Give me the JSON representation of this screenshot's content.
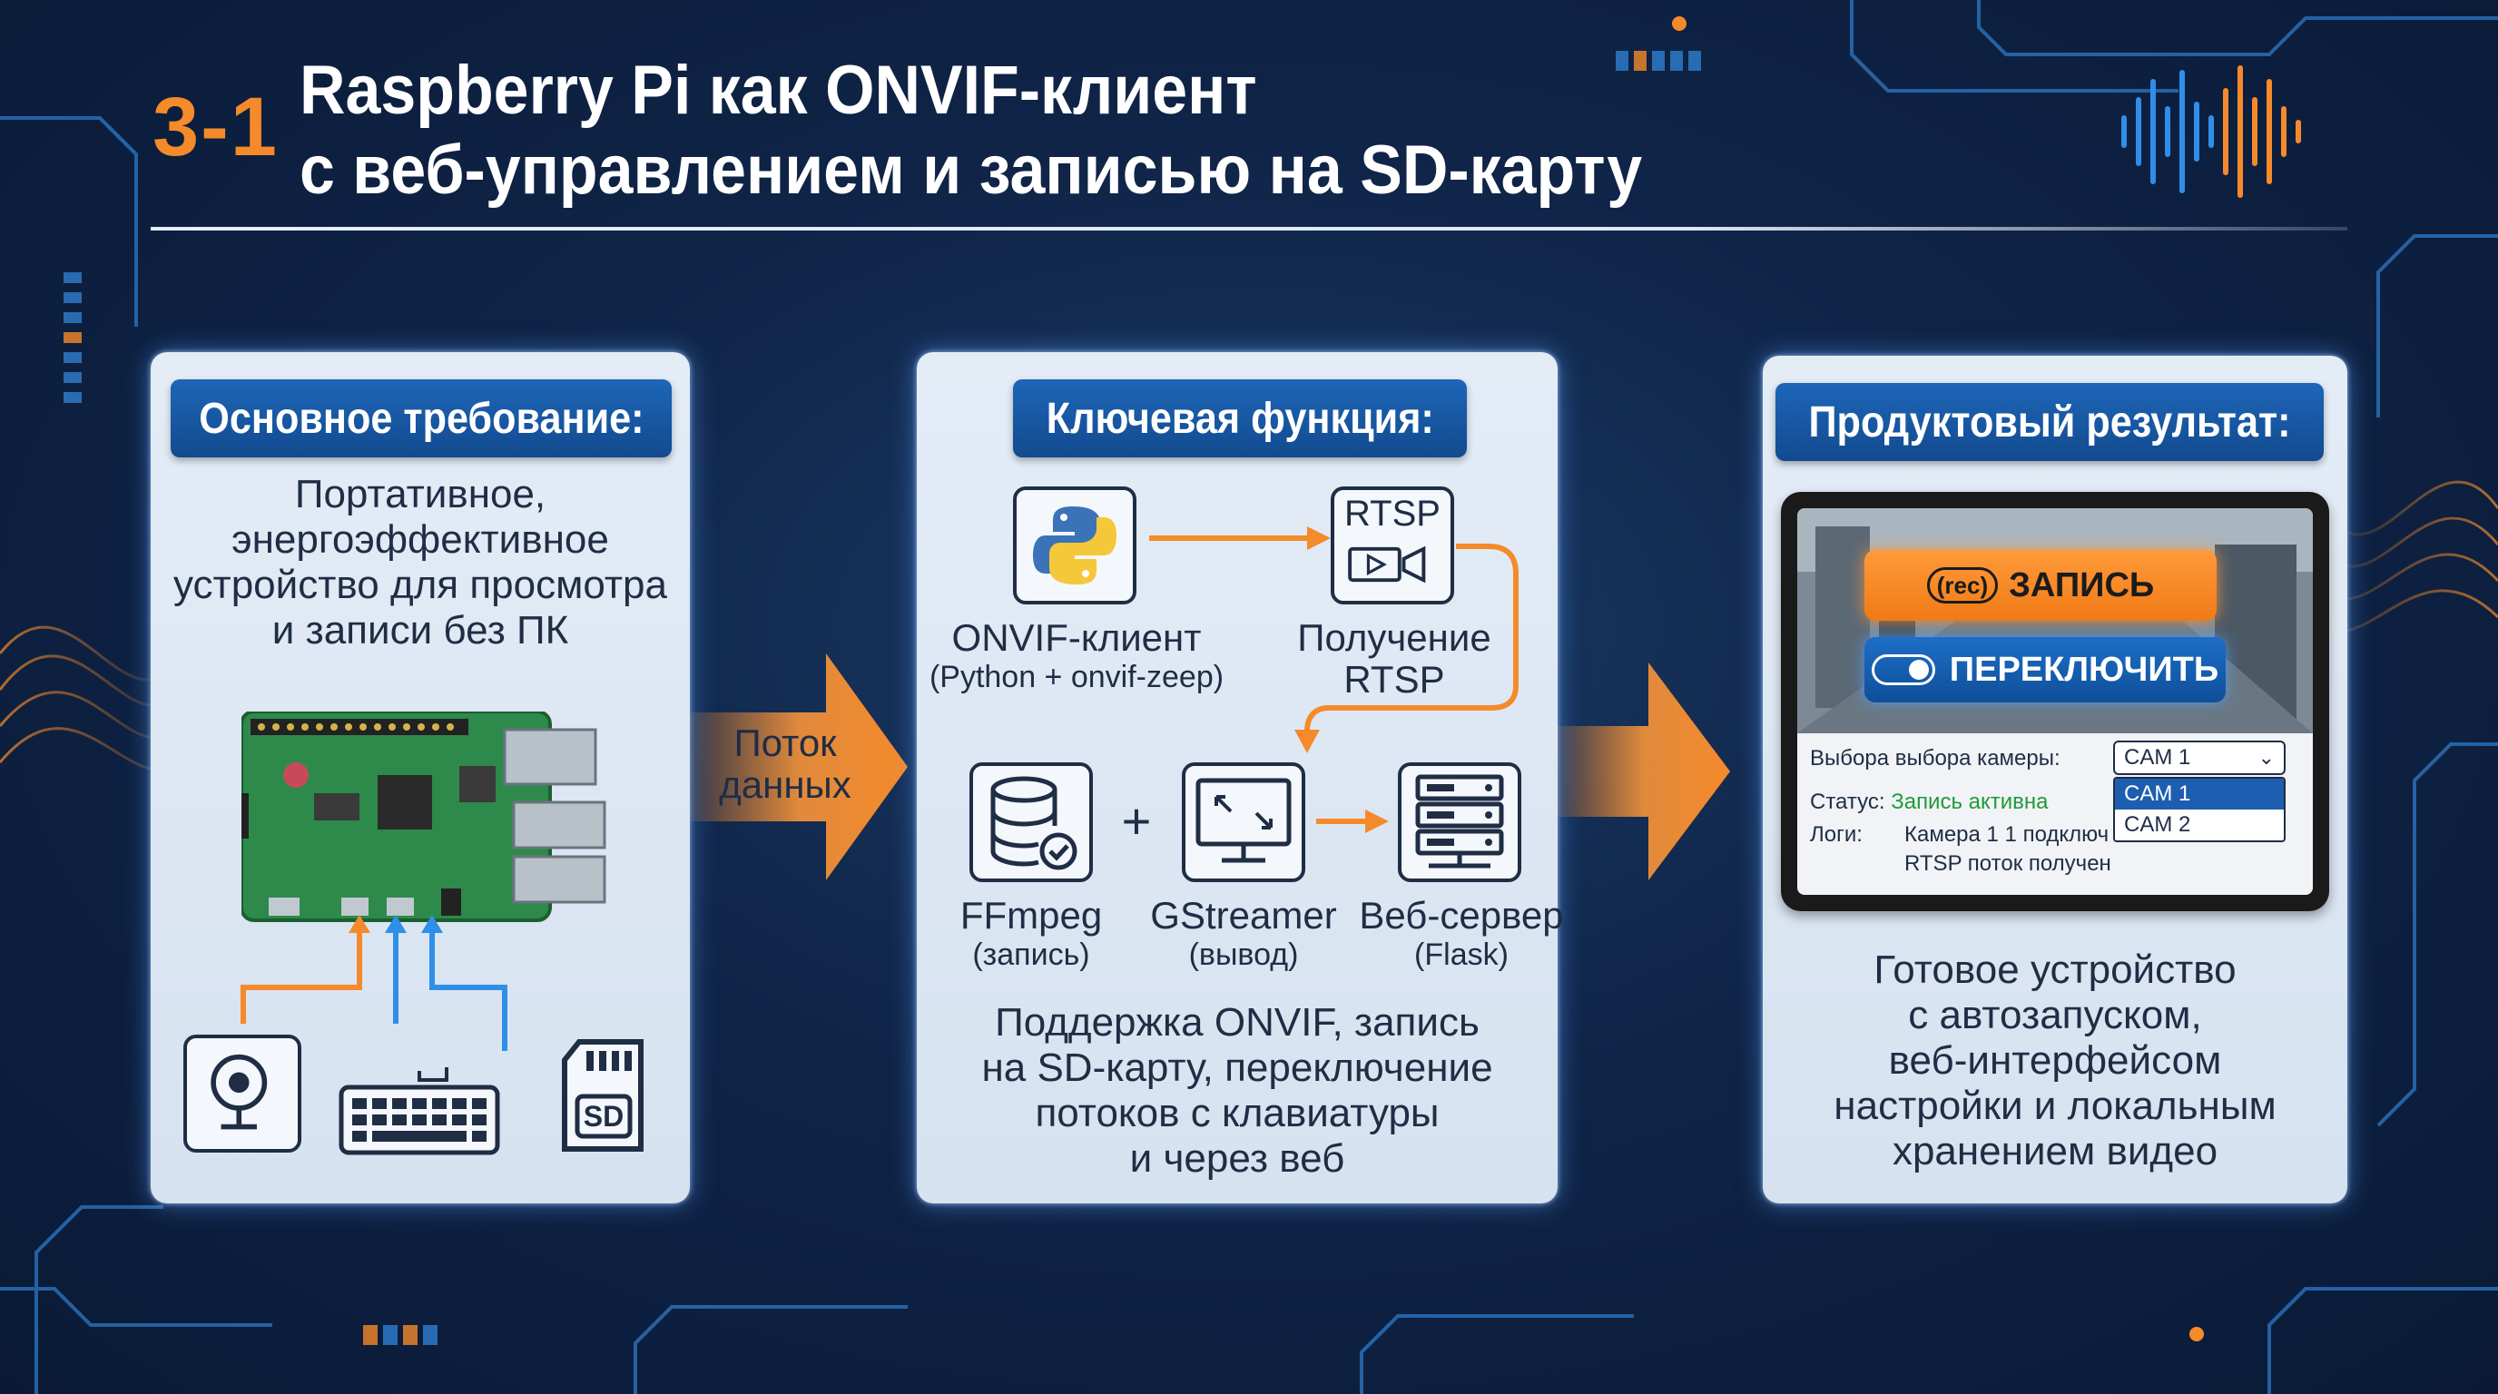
{
  "title": {
    "number": "3-1",
    "line1": "Raspberry Pi как ONVIF-клиент",
    "line2": "с веб-управлением и записью на SD-карту"
  },
  "panel1": {
    "badge": "Основное требование:",
    "text": [
      "Портативное,",
      "энергоэффективное",
      "устройство для просмотра",
      "и записи без ПК"
    ]
  },
  "flow_arrow": {
    "label_line1": "Поток",
    "label_line2": "данных"
  },
  "panel2": {
    "badge": "Ключевая функция:",
    "onvif": {
      "name": "ONVIF-клиент",
      "sub": "(Python + onvif-zeep)"
    },
    "rtsp": {
      "icon_text": "RTSP",
      "name": "Получение",
      "sub": "RTSP"
    },
    "plus": "+",
    "ffmpeg": {
      "name": "FFmpeg",
      "sub": "(запись)"
    },
    "gstreamer": {
      "name": "GStreamer",
      "sub": "(вывод)"
    },
    "webserver": {
      "name": "Веб-сервер",
      "sub": "(Flask)"
    },
    "text": [
      "Поддержка ONVIF, запись",
      "на SD-карту, переключение",
      "потоков с клавиатуры",
      "и через веб"
    ]
  },
  "panel3": {
    "badge": "Продуктовый результат:",
    "screen": {
      "rec_icon": "(rec)",
      "rec_label": "ЗАПИСЬ",
      "switch_label": "ПЕРЕКЛЮЧИТЬ",
      "camera_select_label": "Выбора выбора камеры:",
      "camera_selected": "CAM 1",
      "camera_options": [
        "CAM 1",
        "CAM 2"
      ],
      "status_label": "Статус:",
      "status_value": "Запись активна",
      "logs_label": "Логи:",
      "log_line1": "Камера 1 1 подключ",
      "log_line2": "RTSP поток получен"
    },
    "text": [
      "Готовое устройство",
      "с автозапуском,",
      "веб-интерфейсом",
      "настройки и локальным",
      "хранением видео"
    ]
  },
  "peripherals": {
    "sd_label": "SD"
  },
  "colors": {
    "accent_orange": "#f58a2a",
    "accent_blue": "#1e66b8",
    "background": "#0f2447"
  }
}
